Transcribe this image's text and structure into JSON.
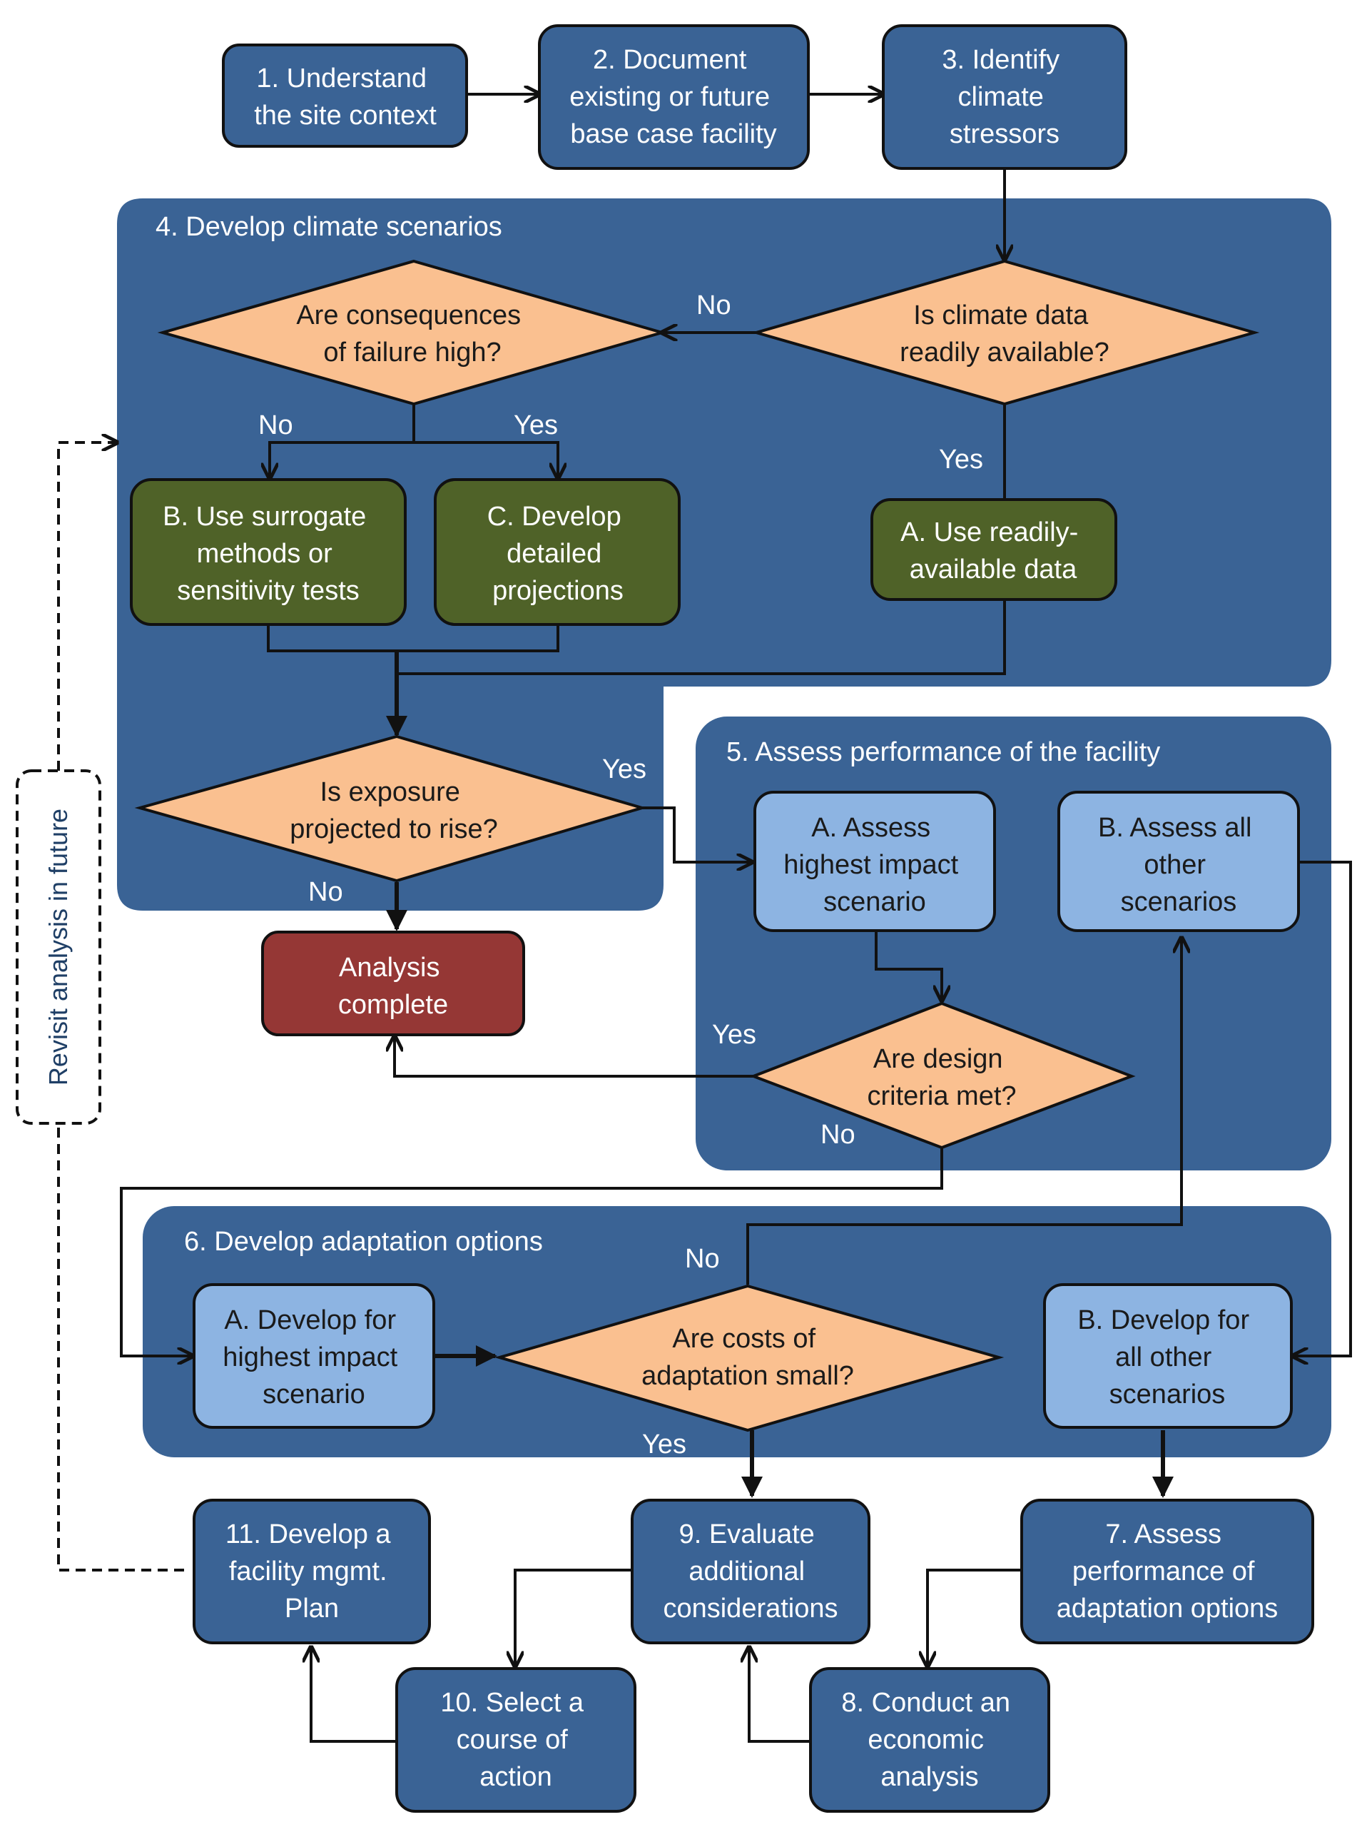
{
  "colors": {
    "panel_blue": "#3a6395",
    "box_dark_blue": "#3a6395",
    "box_light_blue": "#8db4e2",
    "box_green": "#4f6228",
    "box_red": "#953735",
    "diamond_orange": "#fac090",
    "outline": "#111111"
  },
  "steps": {
    "s1": [
      "1. Understand",
      "the site context"
    ],
    "s2": [
      "2. Document",
      "existing or future",
      "base case facility"
    ],
    "s3": [
      "3. Identify",
      "climate",
      "stressors"
    ],
    "s7": [
      "7. Assess",
      "performance of",
      "adaptation options"
    ],
    "s8": [
      "8. Conduct an",
      "economic",
      "analysis"
    ],
    "s9": [
      "9. Evaluate",
      "additional",
      "considerations"
    ],
    "s10": [
      "10. Select a",
      "course of",
      "action"
    ],
    "s11": [
      "11. Develop a",
      "facility mgmt.",
      "Plan"
    ]
  },
  "panel4": {
    "title": "4. Develop climate scenarios",
    "q_data": [
      "Is climate data",
      "readily available?"
    ],
    "q_consequences": [
      "Are consequences",
      "of failure high?"
    ],
    "opt_a": [
      "A. Use readily-",
      "available data"
    ],
    "opt_b": [
      "B. Use surrogate",
      "methods or",
      "sensitivity tests"
    ],
    "opt_c": [
      "C. Develop",
      "detailed",
      "projections"
    ],
    "q_exposure": [
      "Is exposure",
      "projected to rise?"
    ]
  },
  "panel5": {
    "title": "5. Assess performance of the facility",
    "opt_a": [
      "A. Assess",
      "highest impact",
      "scenario"
    ],
    "opt_b": [
      "B. Assess all",
      "other",
      "scenarios"
    ],
    "q_design": [
      "Are design",
      "criteria met?"
    ]
  },
  "panel6": {
    "title": "6.  Develop adaptation options",
    "opt_a": [
      "A. Develop for",
      "highest impact",
      "scenario"
    ],
    "opt_b": [
      "B. Develop for",
      "all other",
      "scenarios"
    ],
    "q_costs": [
      "Are costs of",
      "adaptation small?"
    ]
  },
  "terminal": [
    "Analysis",
    "complete"
  ],
  "revisit": "Revisit analysis in future",
  "edge_labels": {
    "data_no": "No",
    "data_yes": "Yes",
    "cons_no": "No",
    "cons_yes": "Yes",
    "exposure_yes": "Yes",
    "exposure_no": "No",
    "design_yes": "Yes",
    "design_no": "No",
    "costs_no": "No",
    "costs_yes": "Yes"
  }
}
